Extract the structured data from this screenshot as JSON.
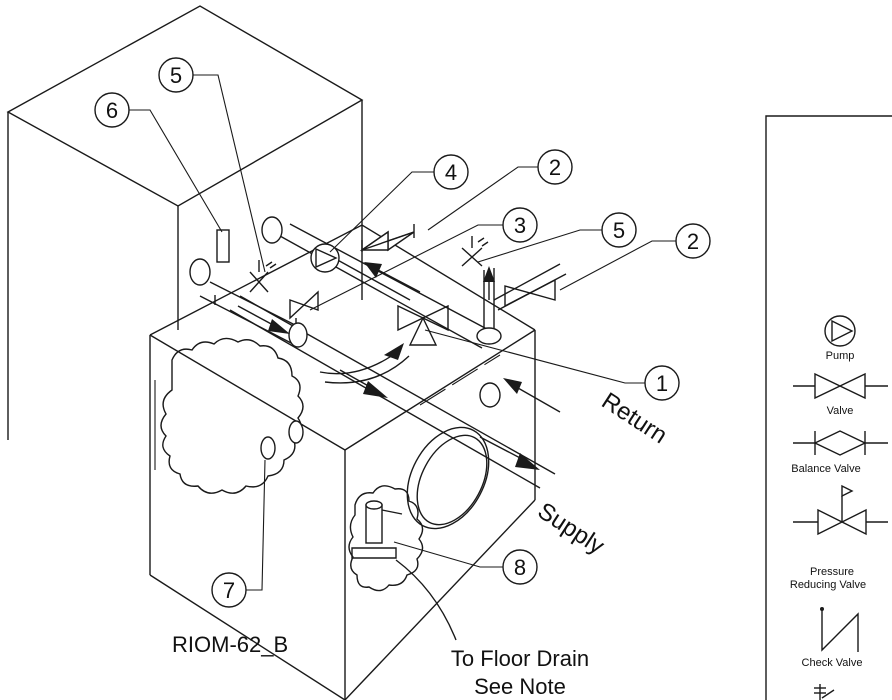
{
  "callouts": [
    {
      "number": "1"
    },
    {
      "number": "2"
    },
    {
      "number": "2"
    },
    {
      "number": "3"
    },
    {
      "number": "4"
    },
    {
      "number": "5"
    },
    {
      "number": "5"
    },
    {
      "number": "6"
    },
    {
      "number": "7"
    },
    {
      "number": "8"
    }
  ],
  "flow_labels": {
    "return": "Return",
    "supply": "Supply"
  },
  "drawing_id": "RIOM-62_B",
  "drain_note": {
    "line1": "To Floor Drain",
    "line2": "See Note"
  },
  "legend": {
    "pump": "Pump",
    "valve": "Valve",
    "balance_valve": "Balance Valve",
    "prv_line1": "Pressure",
    "prv_line2": "Reducing Valve",
    "check_valve": "Check Valve"
  }
}
